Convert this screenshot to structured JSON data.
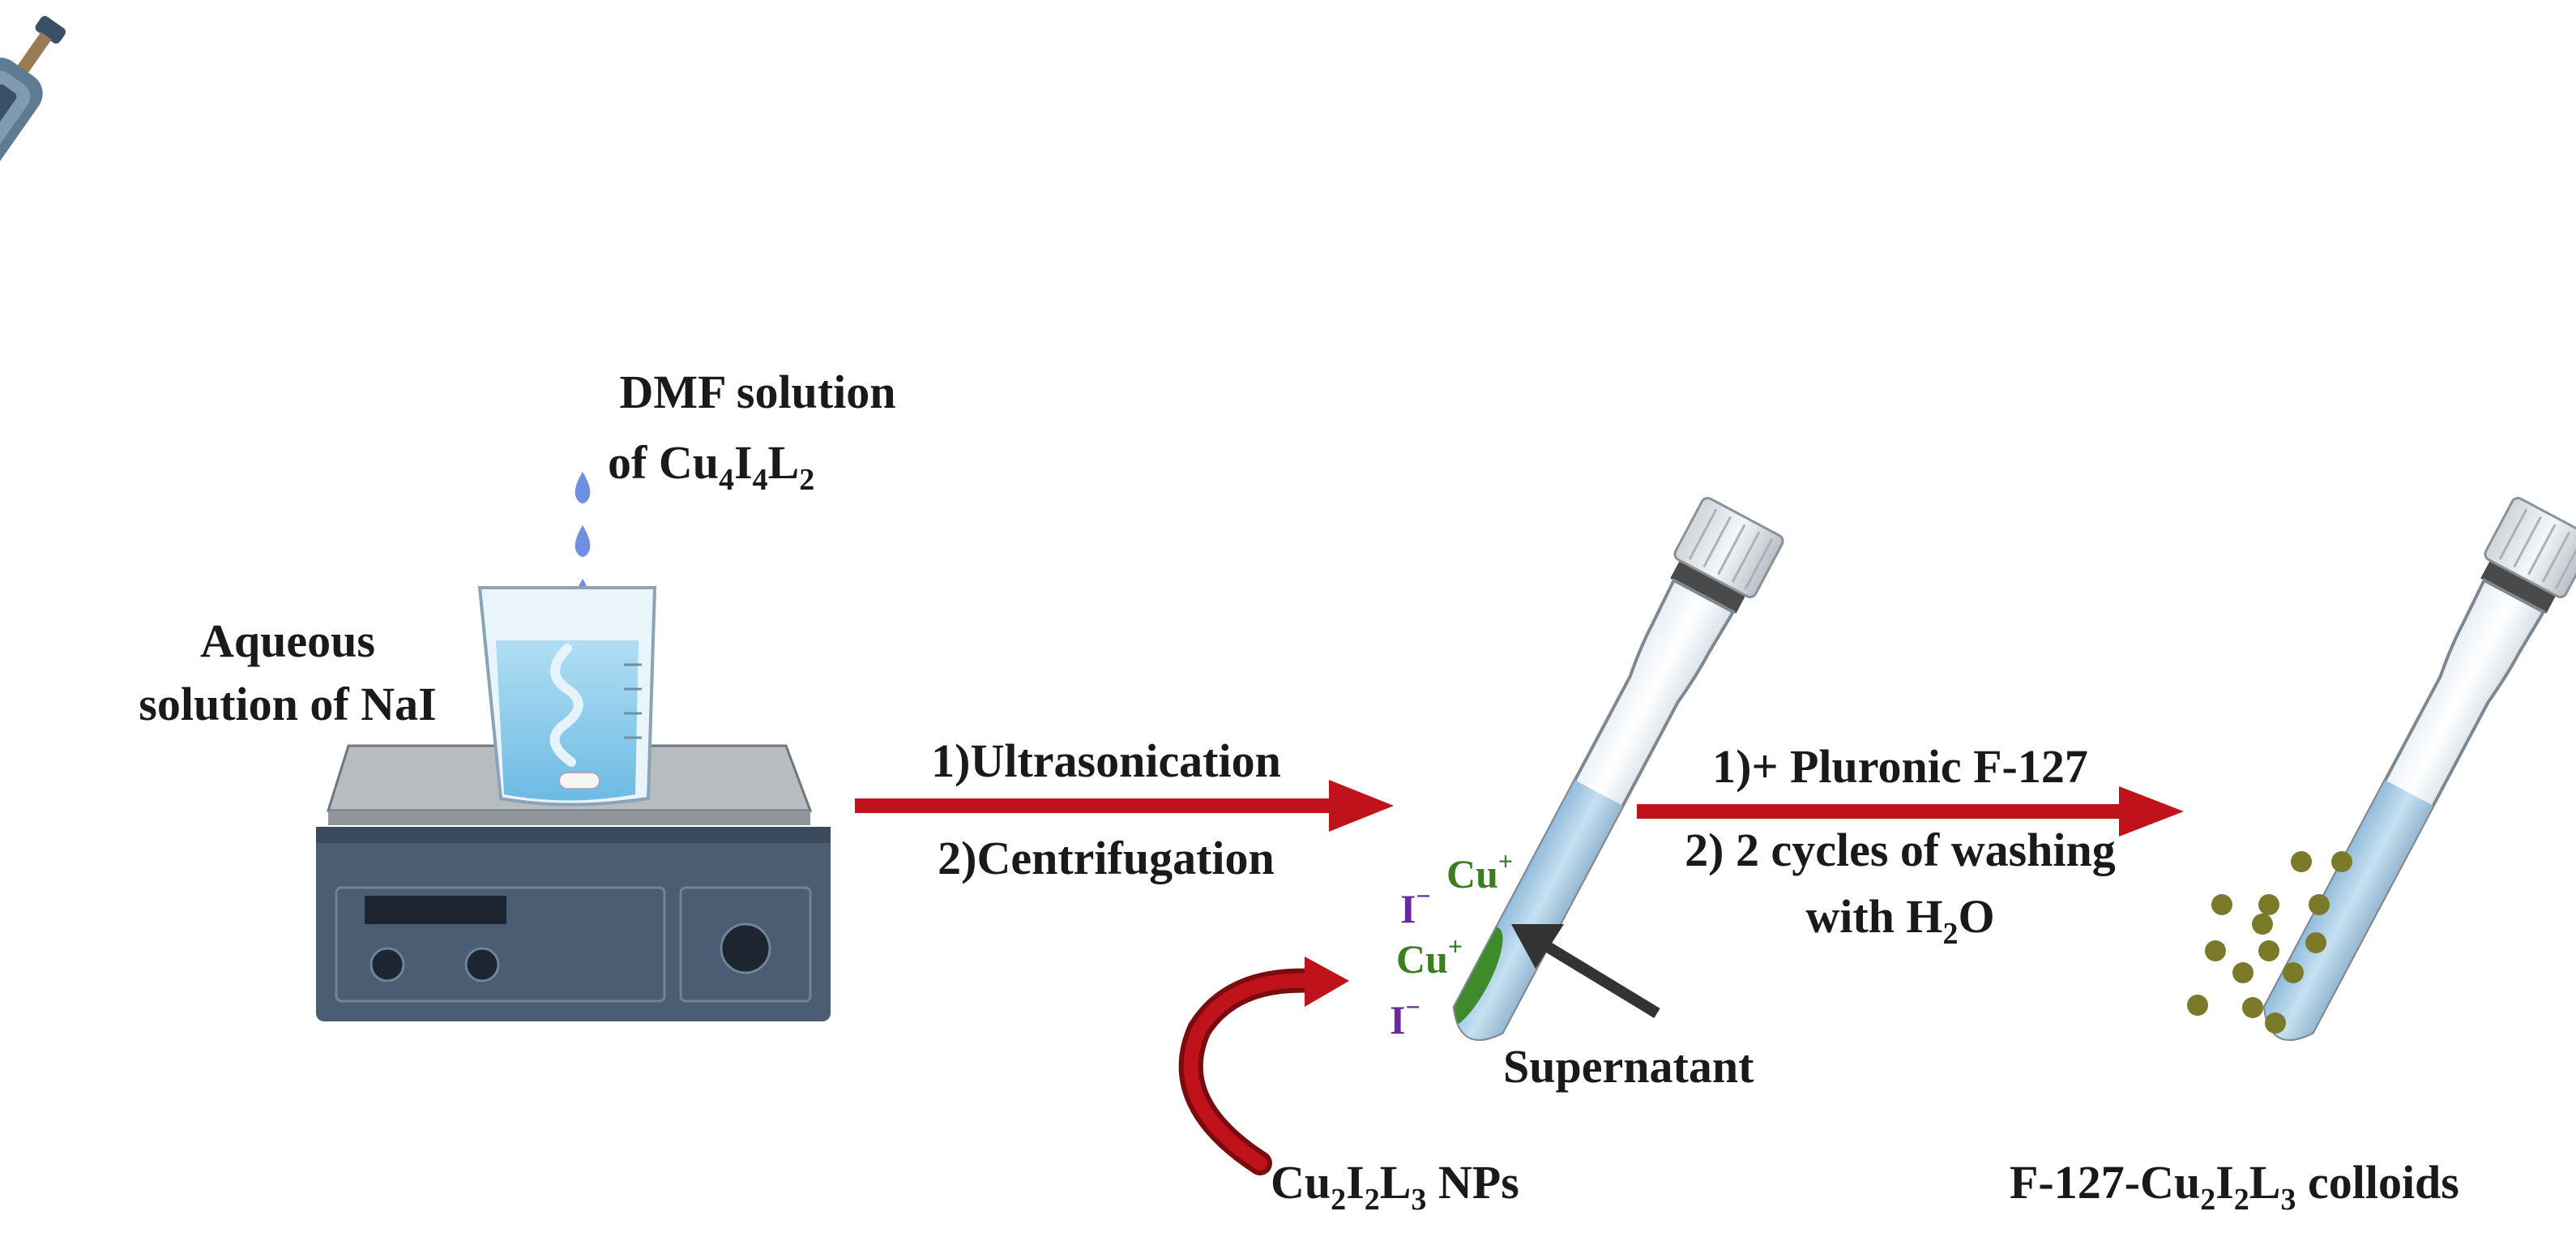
{
  "labels": {
    "dmf_line1": "DMF solution",
    "dmf_line2_prefix": "of Cu",
    "dmf_sub1": "4",
    "dmf_mid1": "I",
    "dmf_sub2": "4",
    "dmf_mid2": "L",
    "dmf_sub3": "2",
    "nai_line1": "Aqueous",
    "nai_line2": "solution of NaI",
    "step1_line1": "1)Ultrasonication",
    "step1_line2": "2)Centrifugation",
    "step2_line1": "1)+ Pluronic F-127",
    "step2_line2": "2) 2 cycles of washing",
    "step2_line3_prefix": "with H",
    "step2_line3_sub": "2",
    "step2_line3_suffix": "O",
    "supernatant": "Supernatant",
    "np_prefix": "Cu",
    "np_sub1": "2",
    "np_mid1": "I",
    "np_sub2": "2",
    "np_mid2": "L",
    "np_sub3": "3",
    "np_suffix": " NPs",
    "col_prefix": "F-127-Cu",
    "col_sub1": "2",
    "col_mid1": "I",
    "col_sub2": "2",
    "col_mid2": "L",
    "col_sub3": "3",
    "col_suffix": " colloids"
  },
  "ions": {
    "cu": "Cu",
    "cu_charge": "+",
    "i": "I",
    "i_charge": "−"
  },
  "colors": {
    "arrow": "#c0121a",
    "pellet": "#3f8a2a",
    "colloid_dot": "#7b7a2a",
    "liquid": "#a9cde6",
    "hotplate": "#4a5d72"
  }
}
